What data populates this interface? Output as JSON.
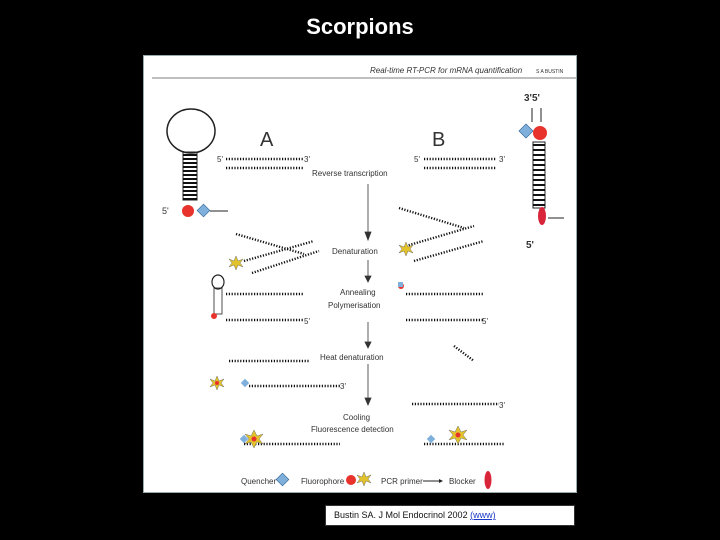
{
  "slide": {
    "title": "Scorpions"
  },
  "figure": {
    "header": "Real-time RT-PCR for mRNA quantification",
    "author": "S A BUSTIN",
    "panel_a": "A",
    "panel_b": "B",
    "steps": {
      "reverse_transcription": "Reverse transcription",
      "denaturation": "Denaturation",
      "annealing_line1": "Annealing",
      "annealing_line2": "Polymerisation",
      "heat_denaturation": "Heat denaturation",
      "cooling_line1": "Cooling",
      "cooling_line2": "Fluorescence detection"
    },
    "strand_ends": {
      "five_prime": "5'",
      "three_prime": "3'",
      "five_prime_b": "5'",
      "three_five": "3'5'"
    },
    "legend": {
      "quencher": "Quencher",
      "fluorophore": "Fluorophore",
      "pcr_primer": "PCR primer",
      "blocker": "Blocker"
    },
    "colors": {
      "quencher": "#7fb0dc",
      "fluorophore": "#e8322c",
      "star": "#e3c32b",
      "blocker": "#d9253a"
    }
  },
  "citation": {
    "text": "Bustin SA. J Mol Endocrinol 2002",
    "link": "(www)"
  }
}
